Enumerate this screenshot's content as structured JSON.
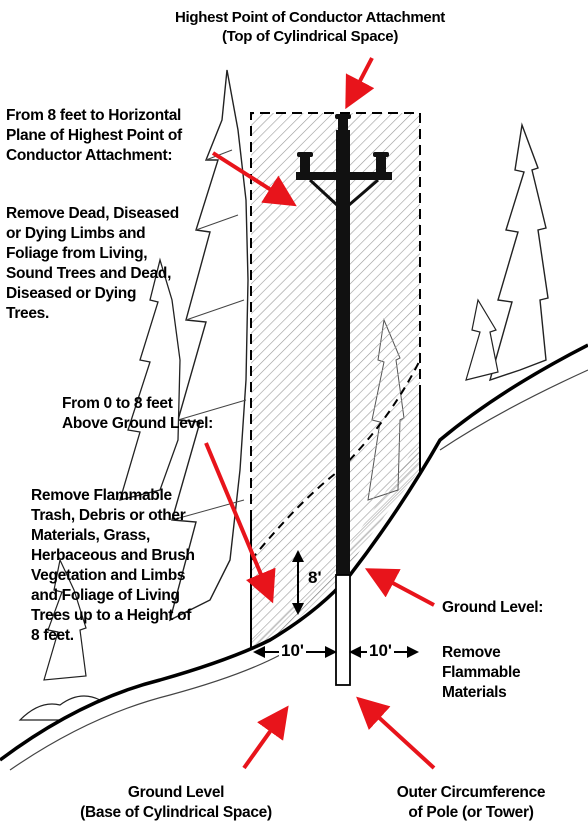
{
  "labels": {
    "top_title": [
      "Highest Point of Conductor Attachment",
      "(Top of Cylindrical Space)"
    ],
    "upper_zone_heading": [
      "From 8 feet to Horizontal",
      "Plane of Highest Point of",
      "Conductor Attachment:"
    ],
    "upper_zone_instructions": [
      "Remove Dead, Diseased",
      "or Dying Limbs and",
      "Foliage from Living,",
      "Sound Trees and Dead,",
      "Diseased or Dying",
      "Trees."
    ],
    "lower_zone_heading": [
      "From 0 to 8 feet",
      "Above Ground Level:"
    ],
    "lower_zone_instructions": [
      "Remove Flammable",
      "Trash, Debris or other",
      "Materials, Grass,",
      "Herbaceous and Brush",
      "Vegetation and Limbs",
      "and Foliage of Living",
      "Trees up to a Height of",
      "8 feet."
    ],
    "ground_level": "Ground Level:",
    "ground_instructions": [
      "Remove",
      "Flammable",
      "Materials"
    ],
    "base_label": [
      "Ground Level",
      "(Base of Cylindrical Space)"
    ],
    "pole_label": [
      "Outer Circumference",
      "of Pole (or Tower)"
    ]
  },
  "dimensions": {
    "height": "8'",
    "left_radius": "10'",
    "right_radius": "10'"
  },
  "colors": {
    "arrow": "#e8141b",
    "ink": "#000000",
    "hatch": "#9a9a9a"
  }
}
